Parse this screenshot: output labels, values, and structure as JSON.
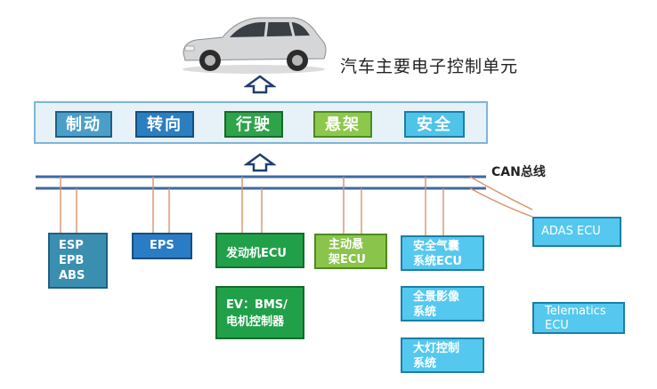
{
  "title": "汽车主要电子控制单元",
  "functions": [
    {
      "label": "制动",
      "color": "#4a9fc9",
      "border": "#1f5f85"
    },
    {
      "label": "转向",
      "color": "#2b7fc0",
      "border": "#154f7d"
    },
    {
      "label": "行驶",
      "color": "#2ea34a",
      "border": "#156b2a"
    },
    {
      "label": "悬架",
      "color": "#8cc84b",
      "border": "#4e8a1f"
    },
    {
      "label": "安全",
      "color": "#4fc3e8",
      "border": "#1b7fa5"
    }
  ],
  "bus": {
    "label": "CAN总线",
    "color": "#3d6aa0"
  },
  "ecus": {
    "esp": [
      "ESP",
      "EPB",
      "ABS"
    ],
    "eps": "EPS",
    "engine": "发动机ECU",
    "ev": [
      "EV：BMS/",
      "电机控制器"
    ],
    "suspension": [
      "主动悬",
      "架ECU"
    ],
    "airbag": [
      "安全气囊",
      "系统ECU"
    ],
    "surround": [
      "全景影像",
      "系统"
    ],
    "headlight": [
      "大灯控制",
      "系统"
    ],
    "adas": "ADAS ECU",
    "telematics": [
      "Telematics",
      "ECU"
    ]
  },
  "colors": {
    "blue_ecu": "#3a8fb0",
    "eps_ecu": "#2a7cc4",
    "green_ecu": "#21a04a",
    "lightgreen_ecu": "#8ac44a",
    "cyan_ecu": "#55c8ef",
    "wire": "#d9926a"
  }
}
